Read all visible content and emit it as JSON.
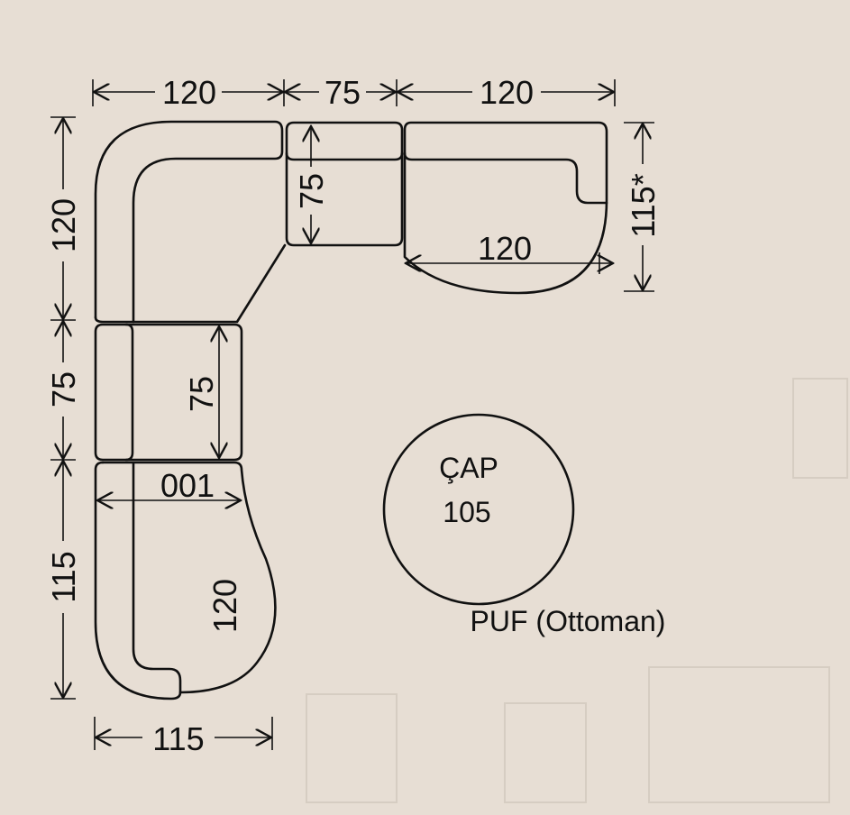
{
  "dimensions": {
    "top": [
      "120",
      "75",
      "120"
    ],
    "left": [
      "120",
      "75",
      "115"
    ],
    "bottom": "115",
    "right": "115*",
    "inner_module_depth_top": "75",
    "inner_chaise_width_top": "120",
    "inner_module_depth_left": "75",
    "inner_chaise_width_left": "001",
    "inner_chaise_length_left": "120"
  },
  "ottoman": {
    "diameter_label": "ÇAP",
    "diameter_value": "105",
    "caption": "PUF (Ottoman)"
  }
}
